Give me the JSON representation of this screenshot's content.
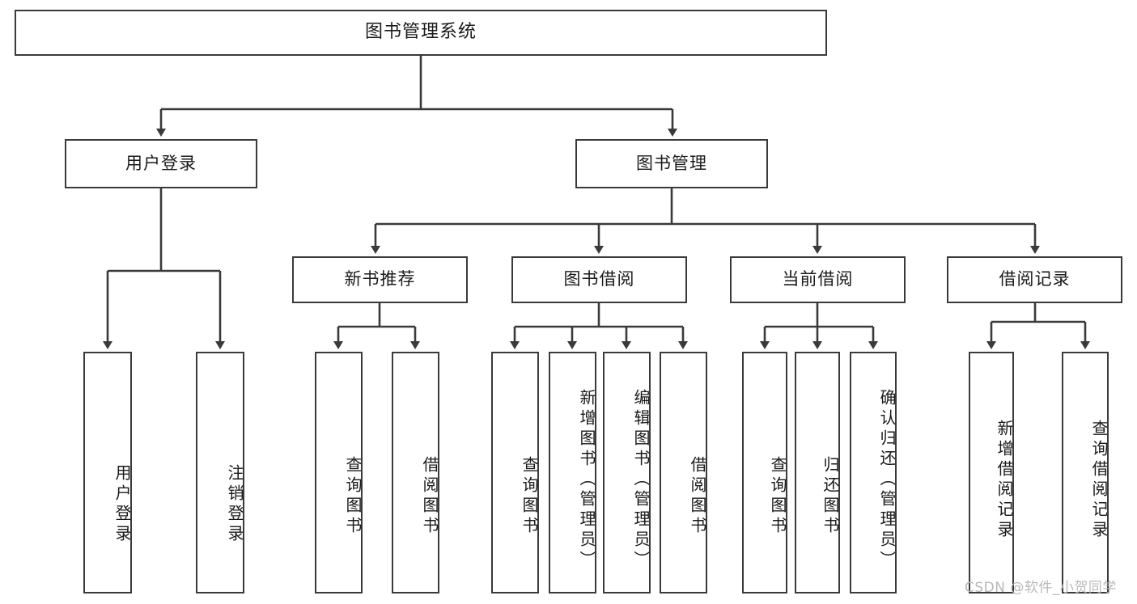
{
  "diagram": {
    "title": "图书管理系统",
    "type": "hierarchy-tree",
    "root": {
      "id": "root",
      "label": "图书管理系统"
    },
    "level2": [
      {
        "id": "user-login",
        "label": "用户登录"
      },
      {
        "id": "book-manage",
        "label": "图书管理"
      }
    ],
    "level3": [
      {
        "id": "new-book-rec",
        "label": "新书推荐",
        "parent": "book-manage"
      },
      {
        "id": "book-borrow",
        "label": "图书借阅",
        "parent": "book-manage"
      },
      {
        "id": "current-borrow",
        "label": "当前借阅",
        "parent": "book-manage"
      },
      {
        "id": "borrow-record",
        "label": "借阅记录",
        "parent": "book-manage"
      }
    ],
    "leaves": [
      {
        "id": "leaf-user-login",
        "label": "用户登录",
        "parent": "user-login"
      },
      {
        "id": "leaf-user-logout",
        "label": "注销登录",
        "parent": "user-login"
      },
      {
        "id": "leaf-query-book-1",
        "label": "查询图书",
        "parent": "new-book-rec"
      },
      {
        "id": "leaf-borrow-book-1",
        "label": "借阅图书",
        "parent": "new-book-rec"
      },
      {
        "id": "leaf-query-book-2",
        "label": "查询图书",
        "parent": "book-borrow"
      },
      {
        "id": "leaf-add-book",
        "label": "新增图书（管理员）",
        "parent": "book-borrow"
      },
      {
        "id": "leaf-edit-book",
        "label": "编辑图书（管理员）",
        "parent": "book-borrow"
      },
      {
        "id": "leaf-borrow-book-2",
        "label": "借阅图书",
        "parent": "book-borrow"
      },
      {
        "id": "leaf-query-book-3",
        "label": "查询图书",
        "parent": "current-borrow"
      },
      {
        "id": "leaf-return-book",
        "label": "归还图书",
        "parent": "current-borrow"
      },
      {
        "id": "leaf-confirm-return",
        "label": "确认归还（管理员）",
        "parent": "current-borrow"
      },
      {
        "id": "leaf-add-record",
        "label": "新增借阅记录",
        "parent": "borrow-record"
      },
      {
        "id": "leaf-query-record",
        "label": "查询借阅记录",
        "parent": "borrow-record"
      }
    ],
    "watermark": "CSDN @软件_小贺同学",
    "colors": {
      "border": "#3a3a3a",
      "background": "#ffffff",
      "text": "#1a1a1a",
      "watermark": "#b9b9b9"
    }
  }
}
